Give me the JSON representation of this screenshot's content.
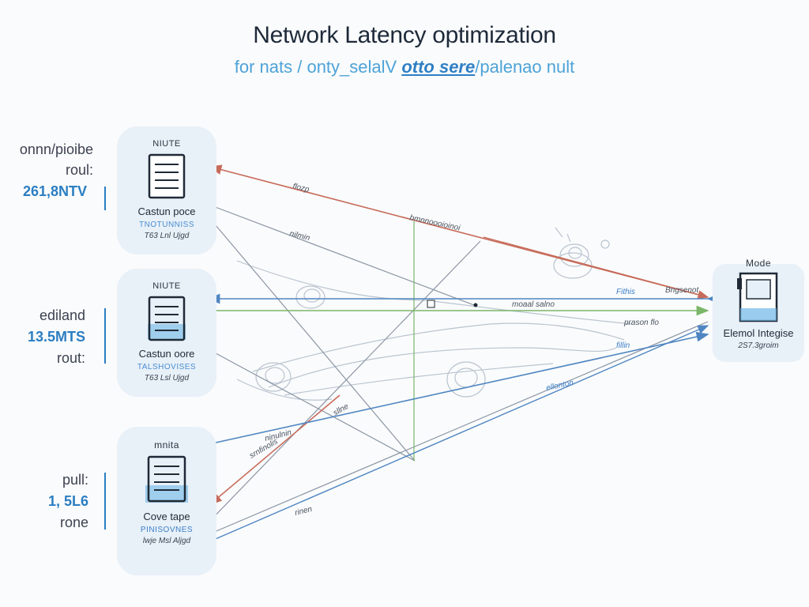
{
  "header": {
    "title": "Network Latency optimization",
    "subtitle_pre": "for nats / onty_selalV ",
    "subtitle_hl": "otto sere",
    "subtitle_post": "/palenao nult"
  },
  "left_metrics": [
    {
      "line1": "onnn/pioibe",
      "line2": "roul:",
      "value": "261,8NTV"
    },
    {
      "line1": "ediland",
      "value": "13.5MTS",
      "line3": "rout:"
    },
    {
      "line1": "pull:",
      "value": "1, 5L6",
      "line3": "rone"
    }
  ],
  "nodes": [
    {
      "head": "NIUTE",
      "name": "Castun poce",
      "tag": "TNOTUNNISS",
      "sub": "T63 Lnl Ujgd"
    },
    {
      "head": "NIUTE",
      "name": "Castun oore",
      "tag": "TALSHOVISES",
      "sub": "T63 Lsl Ujgd"
    },
    {
      "head": "mnita",
      "name": "Cove tape",
      "tag": "PINISOVNES",
      "sub": "lwje Msl Aljgd"
    }
  ],
  "target": {
    "head": "Mode",
    "name": "Elemol Integise",
    "sub": "2S7.3groim"
  },
  "edge_labels": {
    "top_red": "flozp",
    "diag1": "nilmin",
    "mid_label": "bmnnoooioinoi",
    "arrow1": "Fithis",
    "arrow1b": "Bngsenot",
    "green_mid": "moaal salno",
    "right_lbl": "prason flo",
    "right_lbl2": "fillin",
    "lower_blue": "ellonton",
    "lower_red": "sllne",
    "lower_red2": "srnfinolis",
    "lower_blue2": "ninulnin",
    "bottom_lbl": "rinen"
  },
  "colors": {
    "red_edge": "#c76b5a",
    "blue_edge": "#4f86c2",
    "green_edge": "#7bb66a",
    "sketch": "#b9c4d0",
    "card_bg": "#e8f0f8",
    "accent": "#2b7ec2"
  }
}
